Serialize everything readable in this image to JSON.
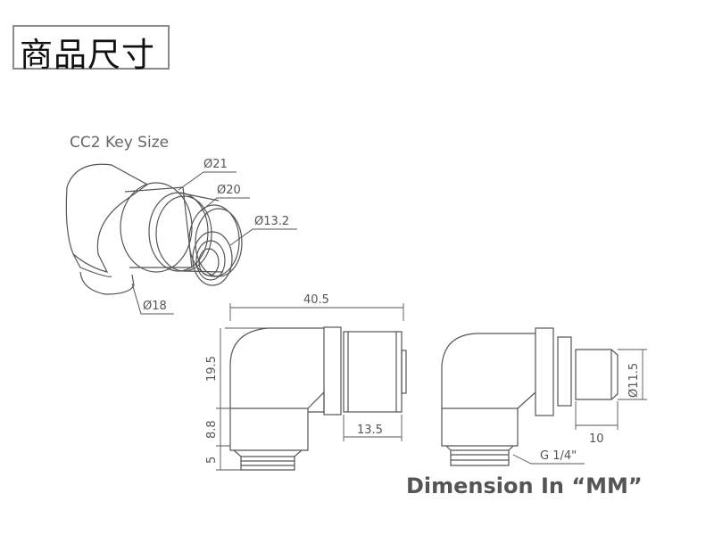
{
  "title": "商品尺寸",
  "iso_view": {
    "heading": "CC2 Key Size",
    "diameters": [
      "Ø21",
      "Ø20",
      "Ø13.2",
      "Ø18"
    ]
  },
  "front_view": {
    "overall_length": "40.5",
    "body_height": "19.5",
    "base_height": "8.8",
    "thread_height": "5",
    "nut_length": "13.5"
  },
  "side_view": {
    "tube_diameter": "Ø11.5",
    "tube_length": "10",
    "thread_spec": "G 1/4\""
  },
  "footer_note": "Dimension In “MM”"
}
